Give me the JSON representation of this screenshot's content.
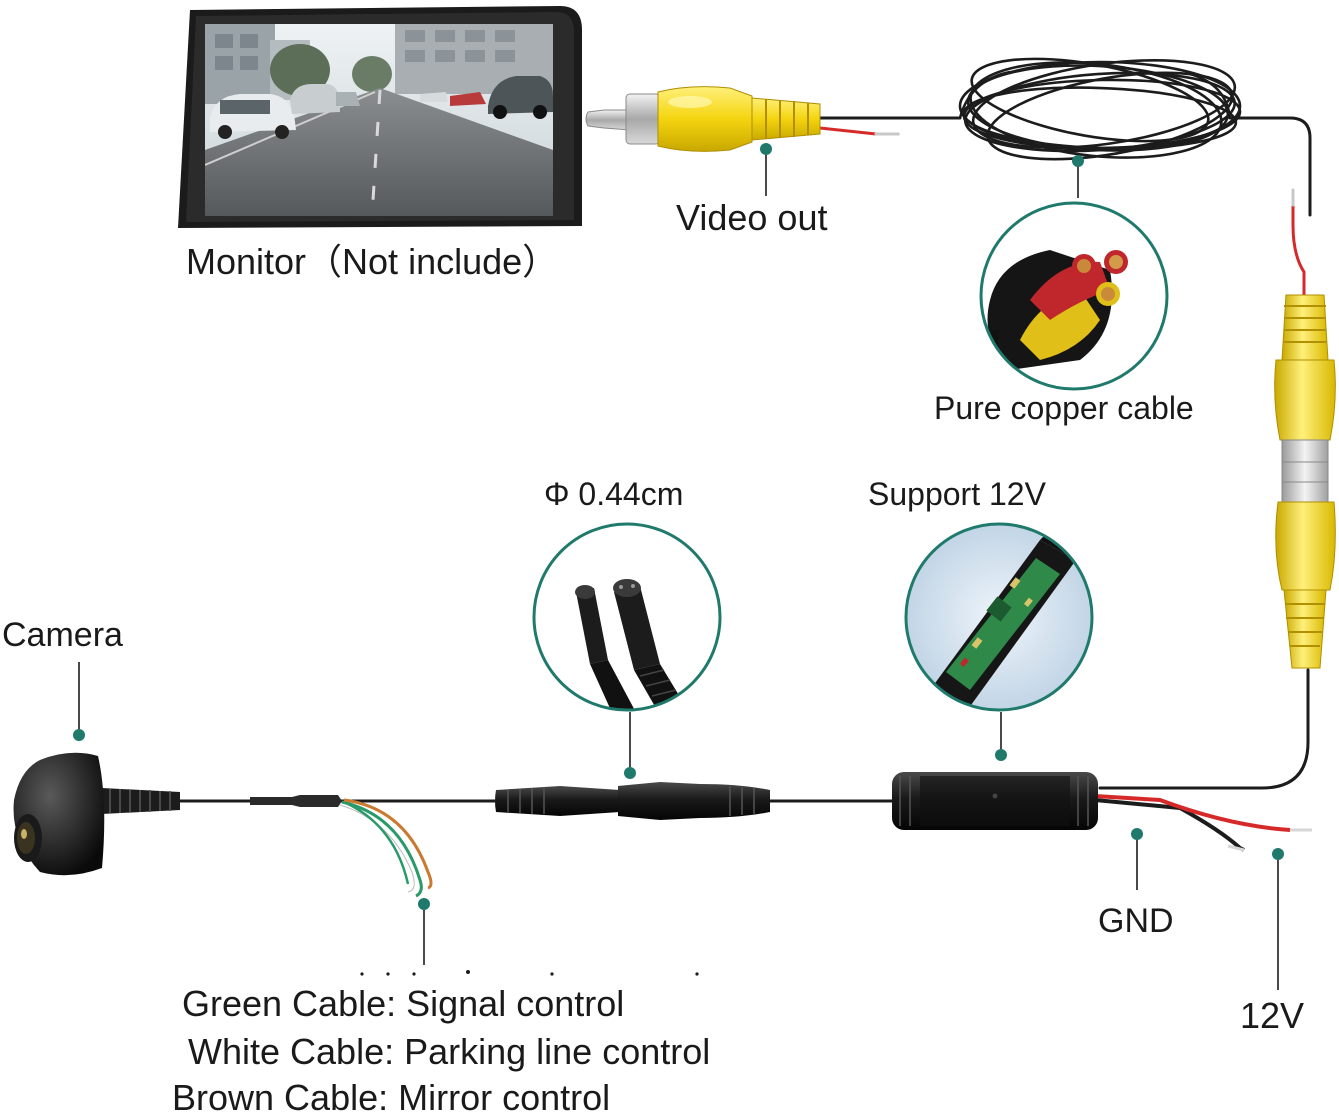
{
  "colors": {
    "accent_teal": "#1f7a6c",
    "cable_black": "#1c1c1c",
    "cable_red": "#d62a2a",
    "connector_yellow": "#f4d40f",
    "green_wire": "#2a9a6a",
    "brown_wire": "#c97a2f"
  },
  "labels": {
    "monitor": "Monitor（Not include）",
    "video_out": "Video out",
    "pure_copper": "Pure copper cable",
    "diameter": "Φ 0.44cm",
    "support_12v": "Support 12V",
    "camera": "Camera",
    "gnd": "GND",
    "v12": "12V",
    "green_cable": "Green Cable: Signal control",
    "white_cable": "White Cable: Parking line control",
    "brown_cable": "Brown Cable: Mirror control"
  },
  "icons": {
    "monitor": "monitor-screen-icon",
    "rca": "rca-plug-icon",
    "camera": "rear-camera-icon",
    "copper": "copper-cable-cross-section-icon",
    "connector": "four-pin-connector-icon",
    "circuit": "power-filter-circuit-icon"
  }
}
